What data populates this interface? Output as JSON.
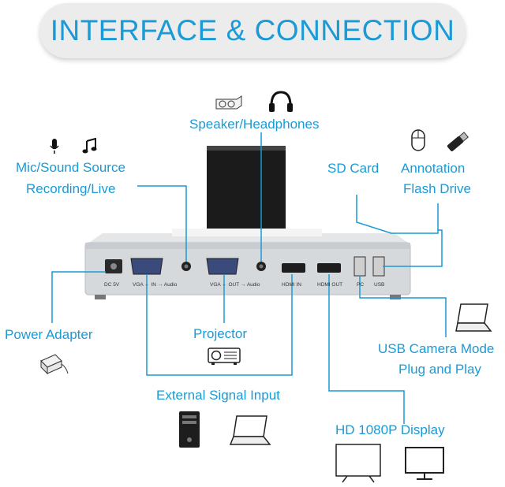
{
  "title": "INTERFACE & CONNECTION",
  "labels": {
    "speaker": "Speaker/Headphones",
    "mic_line1": "Mic/Sound Source",
    "mic_line2": "Recording/Live",
    "sd_card": "SD Card",
    "annotation_line1": "Annotation",
    "annotation_line2": "Flash Drive",
    "power": "Power Adapter",
    "projector": "Projector",
    "usb_cam_line1": "USB Camera Mode",
    "usb_cam_line2": "Plug and Play",
    "external": "External Signal Input",
    "hd_display": "HD 1080P Display"
  },
  "ports": {
    "dc": "DC 5V",
    "vga_in": "VGA ← IN → Audio",
    "vga_out": "VGA ← OUT → Audio",
    "hdmi_in": "HDMI IN",
    "hdmi_out": "HDMI OUT",
    "pc": "PC",
    "usb": "USB"
  },
  "colors": {
    "accent": "#1a9ad6",
    "line": "#1a9ad6"
  },
  "icons": [
    "microphone-icon",
    "music-note-icon",
    "speaker-icon",
    "headphones-icon",
    "mouse-icon",
    "flash-drive-icon",
    "power-adapter-icon",
    "projector-icon",
    "laptop-icon",
    "desktop-tower-icon",
    "tv-icon",
    "monitor-icon"
  ]
}
